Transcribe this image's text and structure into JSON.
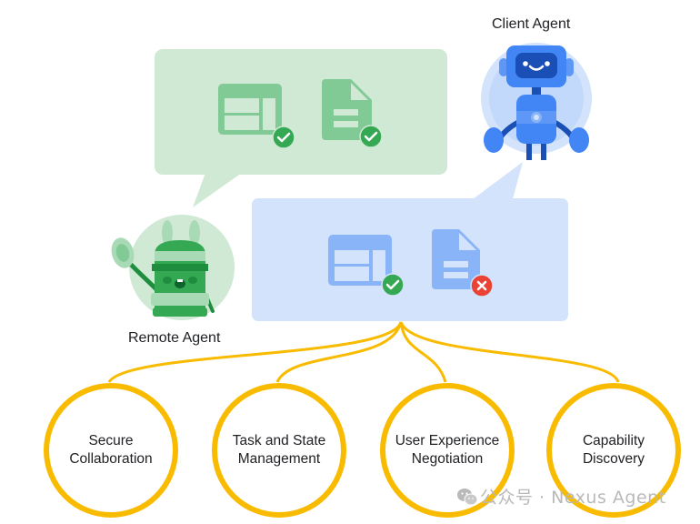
{
  "agents": {
    "client": {
      "label": "Client Agent",
      "icon": "blue-robot"
    },
    "remote": {
      "label": "Remote Agent",
      "icon": "green-robot"
    }
  },
  "bubbles": {
    "remote_message": {
      "items": [
        {
          "icon": "layout-artifact-icon",
          "status": "accepted"
        },
        {
          "icon": "document-artifact-icon",
          "status": "accepted"
        }
      ]
    },
    "client_message": {
      "items": [
        {
          "icon": "layout-artifact-icon",
          "status": "accepted"
        },
        {
          "icon": "document-artifact-icon",
          "status": "rejected"
        }
      ]
    }
  },
  "capabilities": [
    {
      "line1": "Secure",
      "line2": "Collaboration"
    },
    {
      "line1": "Task and State",
      "line2": "Management"
    },
    {
      "line1": "User Experience",
      "line2": "Negotiation"
    },
    {
      "line1": "Capability",
      "line2": "Discovery"
    }
  ],
  "colors": {
    "green_bubble": "#cfe9d4",
    "blue_bubble": "#d3e3fb",
    "accent_yellow": "#f9bb00",
    "check_green": "#34a853",
    "reject_red": "#ea4335"
  },
  "watermark": {
    "text": "公众号 · Nexus Agent"
  }
}
